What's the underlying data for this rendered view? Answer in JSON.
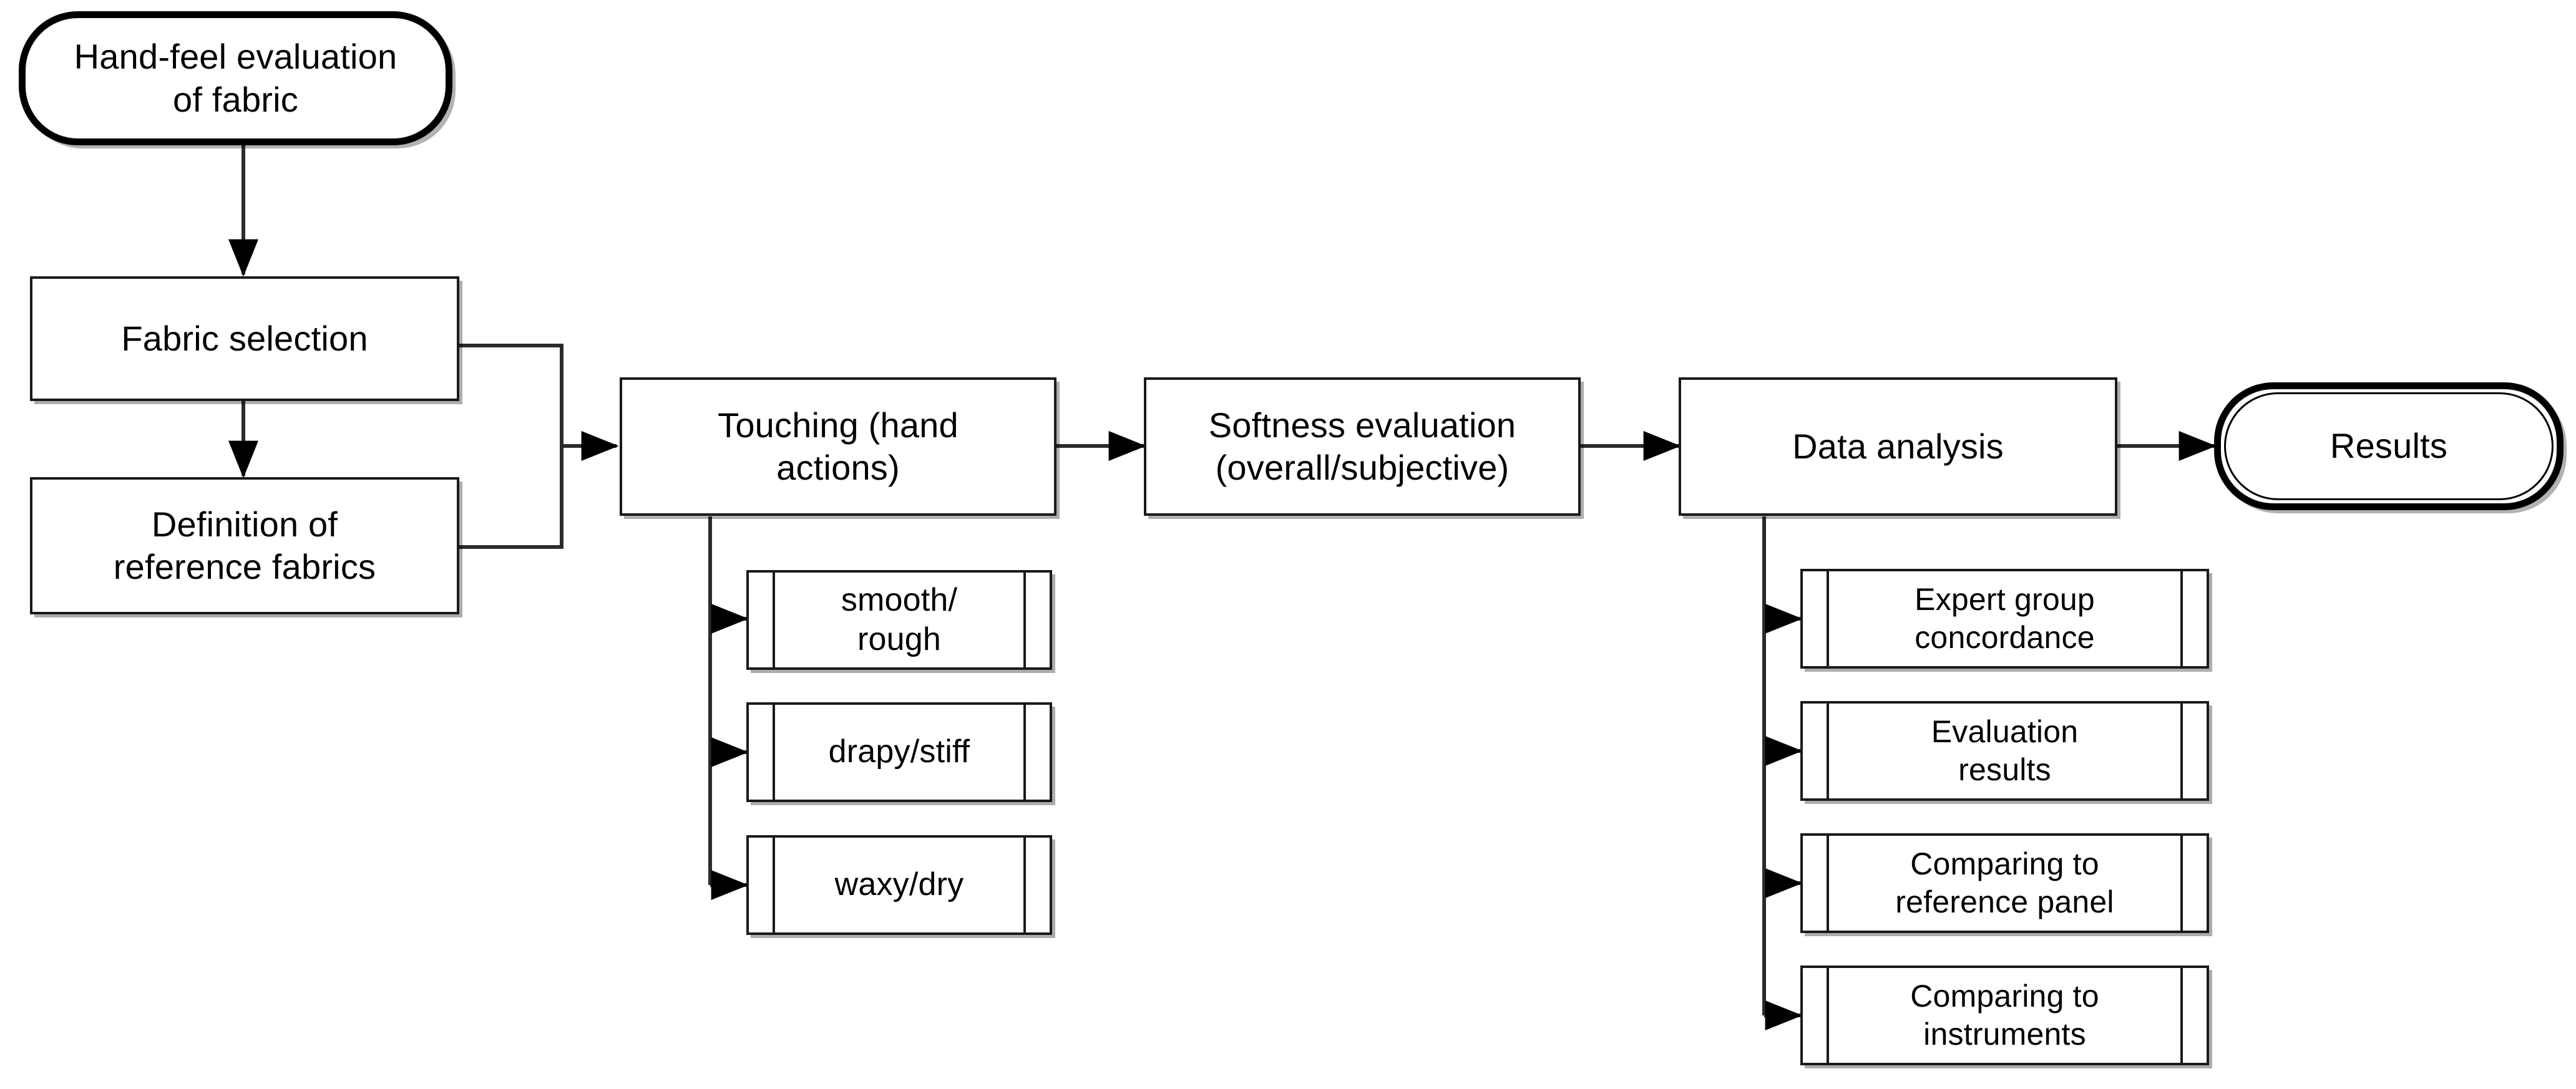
{
  "diagram": {
    "title": "Hand-feel evaluation of fabric flowchart",
    "colors": {
      "stroke": "#1a1a1a",
      "terminator_stroke": "#000000",
      "background": "#ffffff",
      "shadow": "rgba(0,0,0,0.32)"
    },
    "nodes": {
      "start": {
        "label": "Hand-feel evaluation\nof fabric",
        "shape": "terminator"
      },
      "fabric_selection": {
        "label": "Fabric selection",
        "shape": "process"
      },
      "reference_fabrics": {
        "label": "Definition of\nreference fabrics",
        "shape": "process"
      },
      "touching": {
        "label": "Touching (hand\nactions)",
        "shape": "process"
      },
      "softness": {
        "label": "Softness evaluation\n(overall/subjective)",
        "shape": "process"
      },
      "data_analysis": {
        "label": "Data analysis",
        "shape": "process"
      },
      "results": {
        "label": "Results",
        "shape": "terminator-double"
      }
    },
    "touching_attributes": [
      {
        "label": "smooth/\nrough",
        "shape": "predefined-process"
      },
      {
        "label": "drapy/stiff",
        "shape": "predefined-process"
      },
      {
        "label": "waxy/dry",
        "shape": "predefined-process"
      }
    ],
    "analysis_outputs": [
      {
        "label": "Expert group\nconcordance",
        "shape": "predefined-process"
      },
      {
        "label": "Evaluation\nresults",
        "shape": "predefined-process"
      },
      {
        "label": "Comparing to\nreference panel",
        "shape": "predefined-process"
      },
      {
        "label": "Comparing to\ninstruments",
        "shape": "predefined-process"
      }
    ],
    "edges": [
      {
        "from": "start",
        "to": "fabric_selection",
        "style": "straight-down"
      },
      {
        "from": "fabric_selection",
        "to": "reference_fabrics",
        "style": "straight-down"
      },
      {
        "from": "fabric_selection",
        "to": "touching",
        "style": "merge-right"
      },
      {
        "from": "reference_fabrics",
        "to": "touching",
        "style": "merge-right"
      },
      {
        "from": "touching",
        "to": "softness",
        "style": "straight-right"
      },
      {
        "from": "softness",
        "to": "data_analysis",
        "style": "straight-right"
      },
      {
        "from": "data_analysis",
        "to": "results",
        "style": "straight-right"
      },
      {
        "from": "touching",
        "to": "smooth/rough",
        "style": "drop-branch"
      },
      {
        "from": "touching",
        "to": "drapy/stiff",
        "style": "drop-branch"
      },
      {
        "from": "touching",
        "to": "waxy/dry",
        "style": "drop-branch"
      },
      {
        "from": "data_analysis",
        "to": "Expert group concordance",
        "style": "drop-branch"
      },
      {
        "from": "data_analysis",
        "to": "Evaluation results",
        "style": "drop-branch"
      },
      {
        "from": "data_analysis",
        "to": "Comparing to reference panel",
        "style": "drop-branch"
      },
      {
        "from": "data_analysis",
        "to": "Comparing to instruments",
        "style": "drop-branch"
      }
    ]
  }
}
